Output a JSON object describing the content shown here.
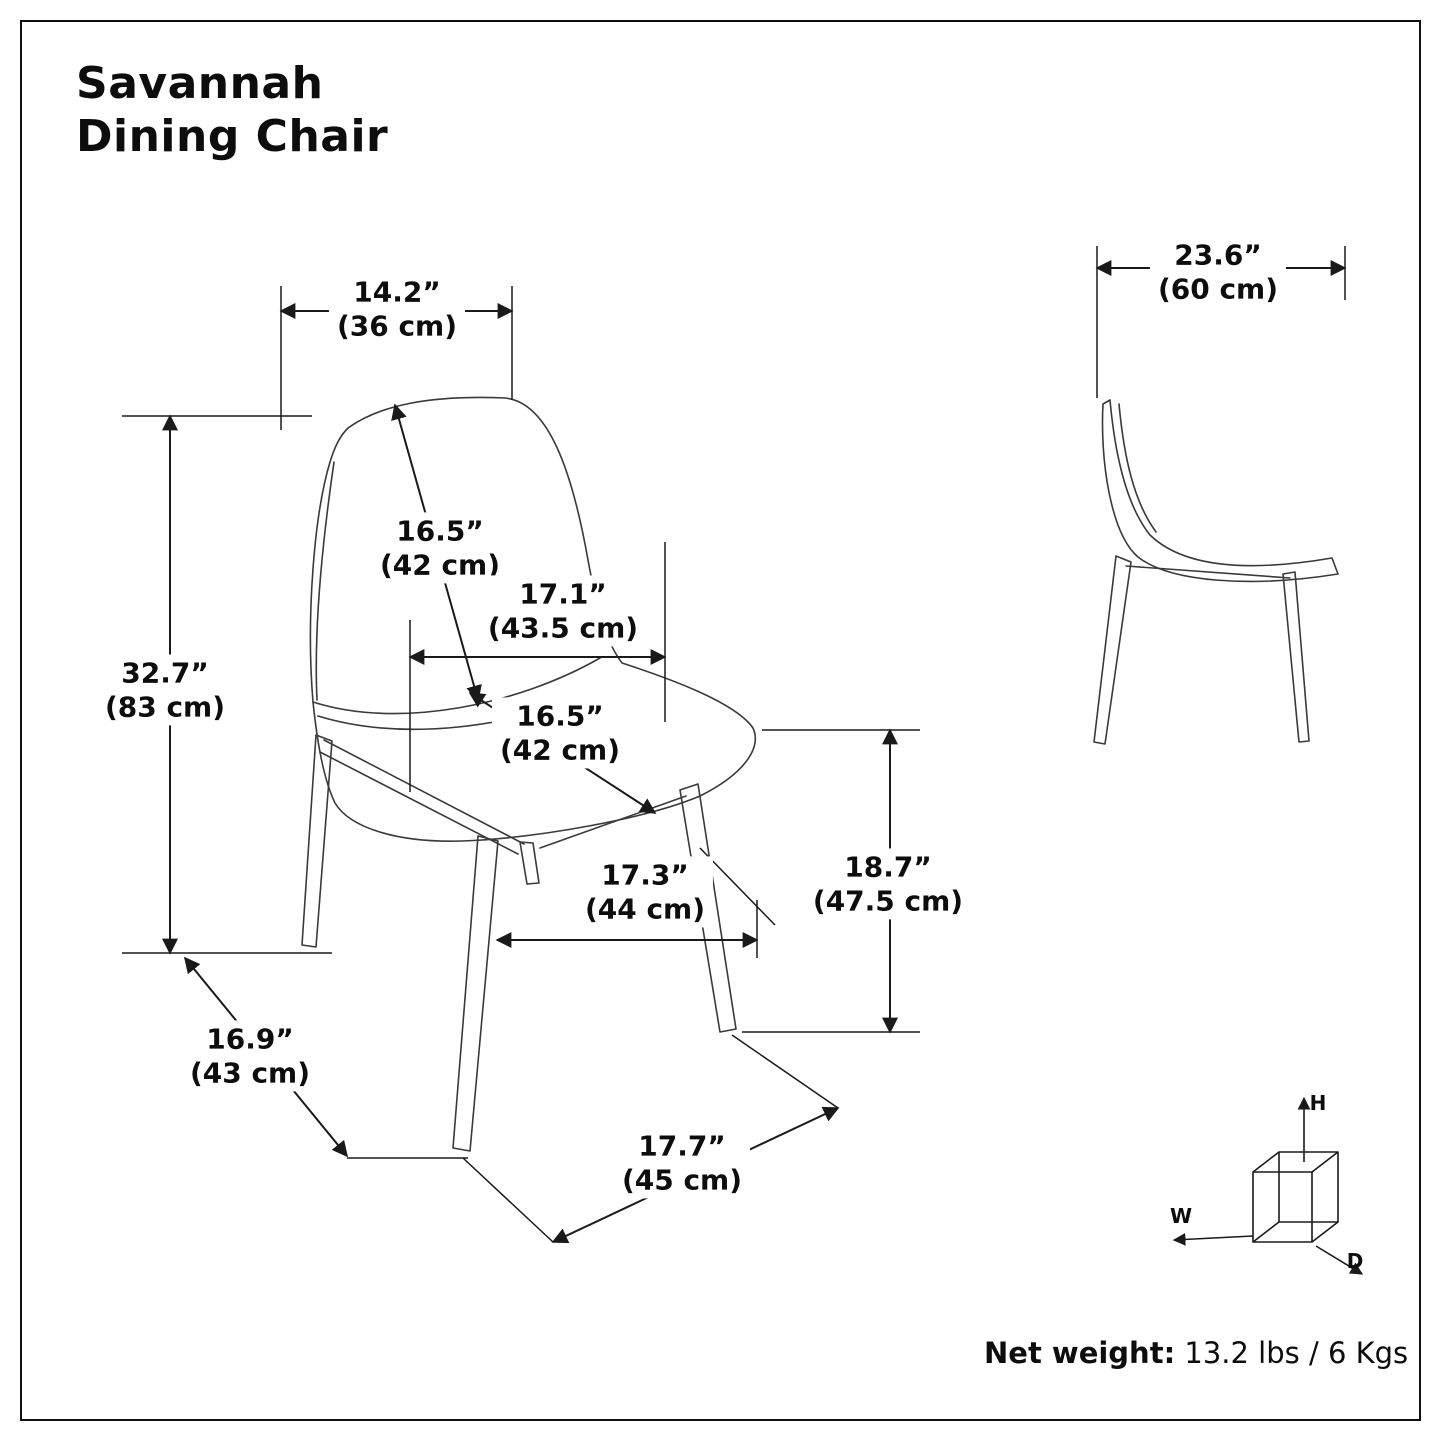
{
  "title": {
    "line1": "Savannah",
    "line2": "Dining Chair"
  },
  "dimensions": {
    "back_width": {
      "in": "14.2”",
      "cm": "(36 cm)"
    },
    "side_depth": {
      "in": "23.6”",
      "cm": "(60 cm)"
    },
    "back_height": {
      "in": "16.5”",
      "cm": "(42 cm)"
    },
    "seat_width": {
      "in": "17.1”",
      "cm": "(43.5 cm)"
    },
    "overall_height": {
      "in": "32.7”",
      "cm": "(83 cm)"
    },
    "seat_depth": {
      "in": "16.5”",
      "cm": "(42 cm)"
    },
    "leg_span": {
      "in": "17.3”",
      "cm": "(44 cm)"
    },
    "seat_height": {
      "in": "18.7”",
      "cm": "(47.5 cm)"
    },
    "base_depth": {
      "in": "16.9”",
      "cm": "(43 cm)"
    },
    "front_width": {
      "in": "17.7”",
      "cm": "(45 cm)"
    }
  },
  "axes": {
    "h": "H",
    "w": "W",
    "d": "D"
  },
  "net_weight": {
    "label": "Net weight:",
    "value": " 13.2 lbs / 6 Kgs"
  },
  "colors": {
    "line": "#1a1a1a",
    "drawing": "#3a3a3a",
    "background": "#ffffff"
  }
}
